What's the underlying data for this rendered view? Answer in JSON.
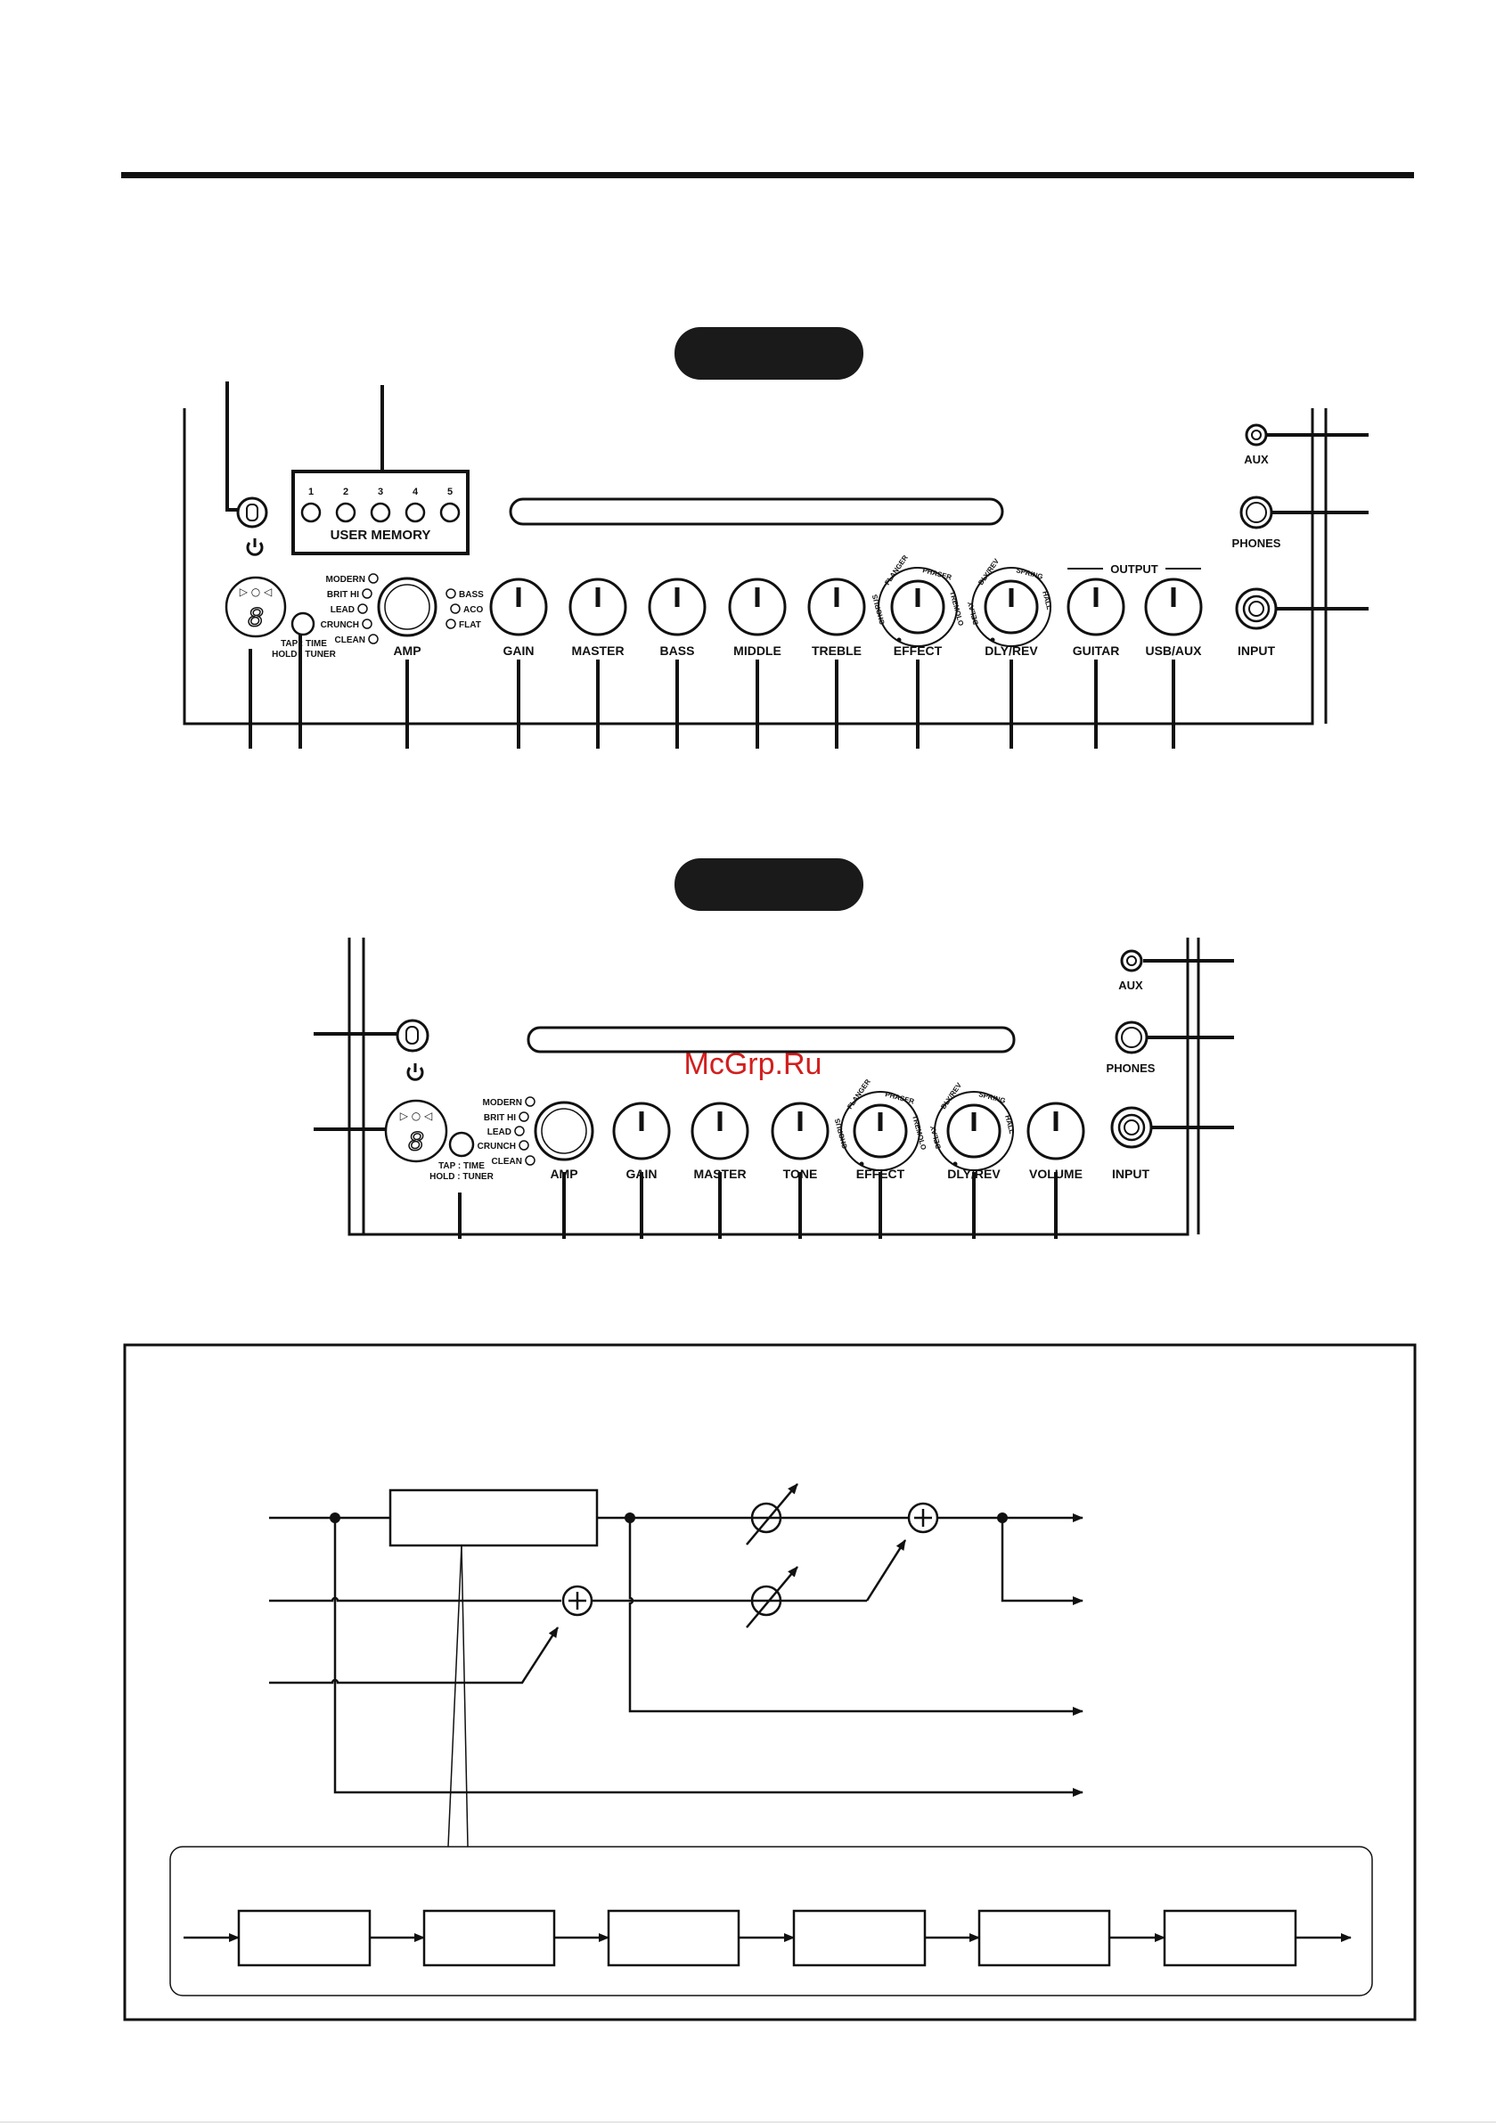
{
  "panel_top": {
    "user_memory_numbers": [
      "1",
      "2",
      "3",
      "4",
      "5"
    ],
    "user_memory_label": "USER MEMORY",
    "amp_modes": [
      "MODERN",
      "BRIT HI",
      "LEAD",
      "CRUNCH",
      "CLEAN"
    ],
    "amp_modes_extra": [
      "BASS",
      "ACO",
      "FLAT"
    ],
    "tap_label": "TAP : TIME",
    "hold_label": "HOLD : TUNER",
    "knobs": [
      "AMP",
      "GAIN",
      "MASTER",
      "BASS",
      "MIDDLE",
      "TREBLE",
      "EFFECT",
      "DLY/REV",
      "GUITAR",
      "USB/AUX"
    ],
    "output_label": "OUTPUT",
    "effect_ring": [
      "CHORUS",
      "FLANGER",
      "PHASER",
      "TREMOLO"
    ],
    "dlyrev_ring": [
      "DELAY",
      "DLY/REV",
      "SPRING",
      "HALL"
    ],
    "jacks": {
      "aux": "AUX",
      "phones": "PHONES",
      "input": "INPUT"
    },
    "display_digit": "8",
    "display_arrows": "▷ ○ ◁"
  },
  "panel_bottom": {
    "amp_modes": [
      "MODERN",
      "BRIT HI",
      "LEAD",
      "CRUNCH",
      "CLEAN"
    ],
    "tap_label": "TAP : TIME",
    "hold_label": "HOLD : TUNER",
    "knobs": [
      "AMP",
      "GAIN",
      "MASTER",
      "TONE",
      "EFFECT",
      "DLY/REV",
      "VOLUME"
    ],
    "effect_ring": [
      "CHORUS",
      "FLANGER",
      "PHASER",
      "TREMOLO"
    ],
    "dlyrev_ring": [
      "DELAY",
      "DLY/REV",
      "SPRING",
      "HALL"
    ],
    "jacks": {
      "aux": "AUX",
      "phones": "PHONES",
      "input": "INPUT"
    },
    "display_digit": "8",
    "display_arrows": "▷ ○ ◁"
  },
  "watermark": "McGrp.Ru",
  "colors": {
    "ink": "#111111",
    "tag_fill": "#1a1a1a",
    "watermark": "#d21e1e"
  }
}
